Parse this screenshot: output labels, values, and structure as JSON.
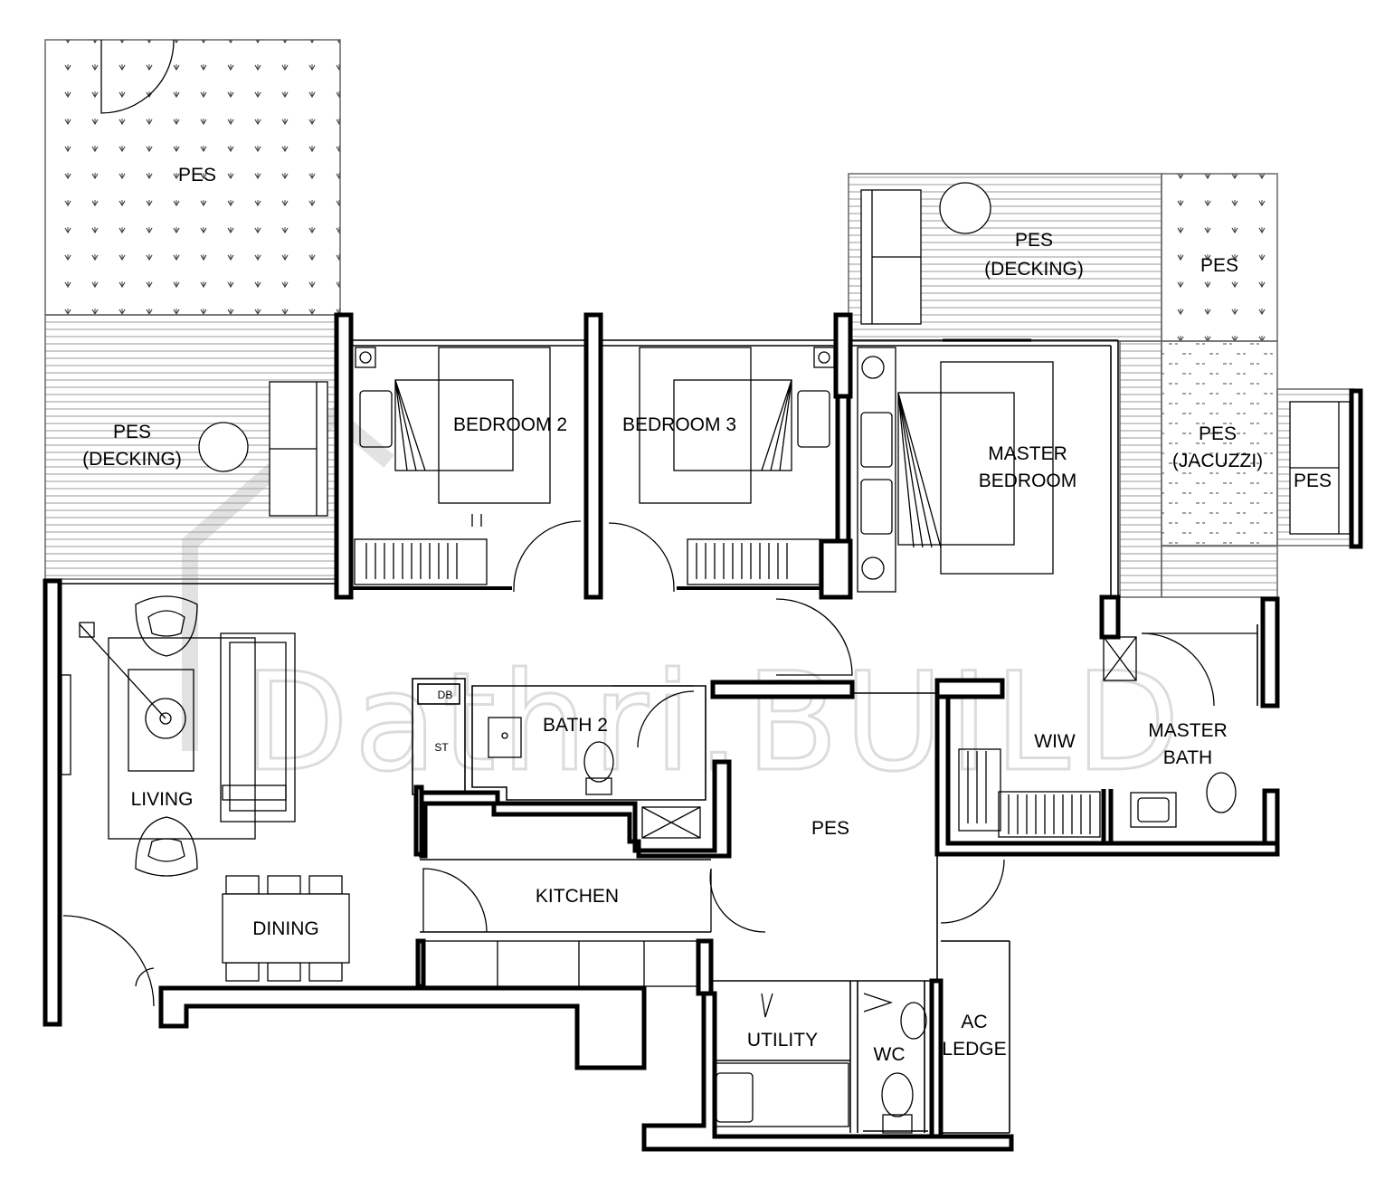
{
  "watermark": {
    "text": "Dathri.BUILD"
  },
  "rooms": {
    "pes_top": "PES",
    "pes_decking_left_1": "PES",
    "pes_decking_left_2": "(DECKING)",
    "bedroom2": "BEDROOM 2",
    "bedroom3": "BEDROOM 3",
    "master_bedroom_1": "MASTER",
    "master_bedroom_2": "BEDROOM",
    "pes_decking_right_1": "PES",
    "pes_decking_right_2": "(DECKING)",
    "pes_right_top": "PES",
    "pes_jacuzzi_1": "PES",
    "pes_jacuzzi_2": "(JACUZZI)",
    "pes_far_right": "PES",
    "living": "LIVING",
    "dining": "DINING",
    "db": "DB",
    "st": "ST",
    "bath2": "BATH 2",
    "kitchen": "KITCHEN",
    "pes_center": "PES",
    "wiw": "WIW",
    "master_bath_1": "MASTER",
    "master_bath_2": "BATH",
    "utility": "UTILITY",
    "wc": "WC",
    "ac_ledge_1": "AC",
    "ac_ledge_2": "LEDGE"
  }
}
